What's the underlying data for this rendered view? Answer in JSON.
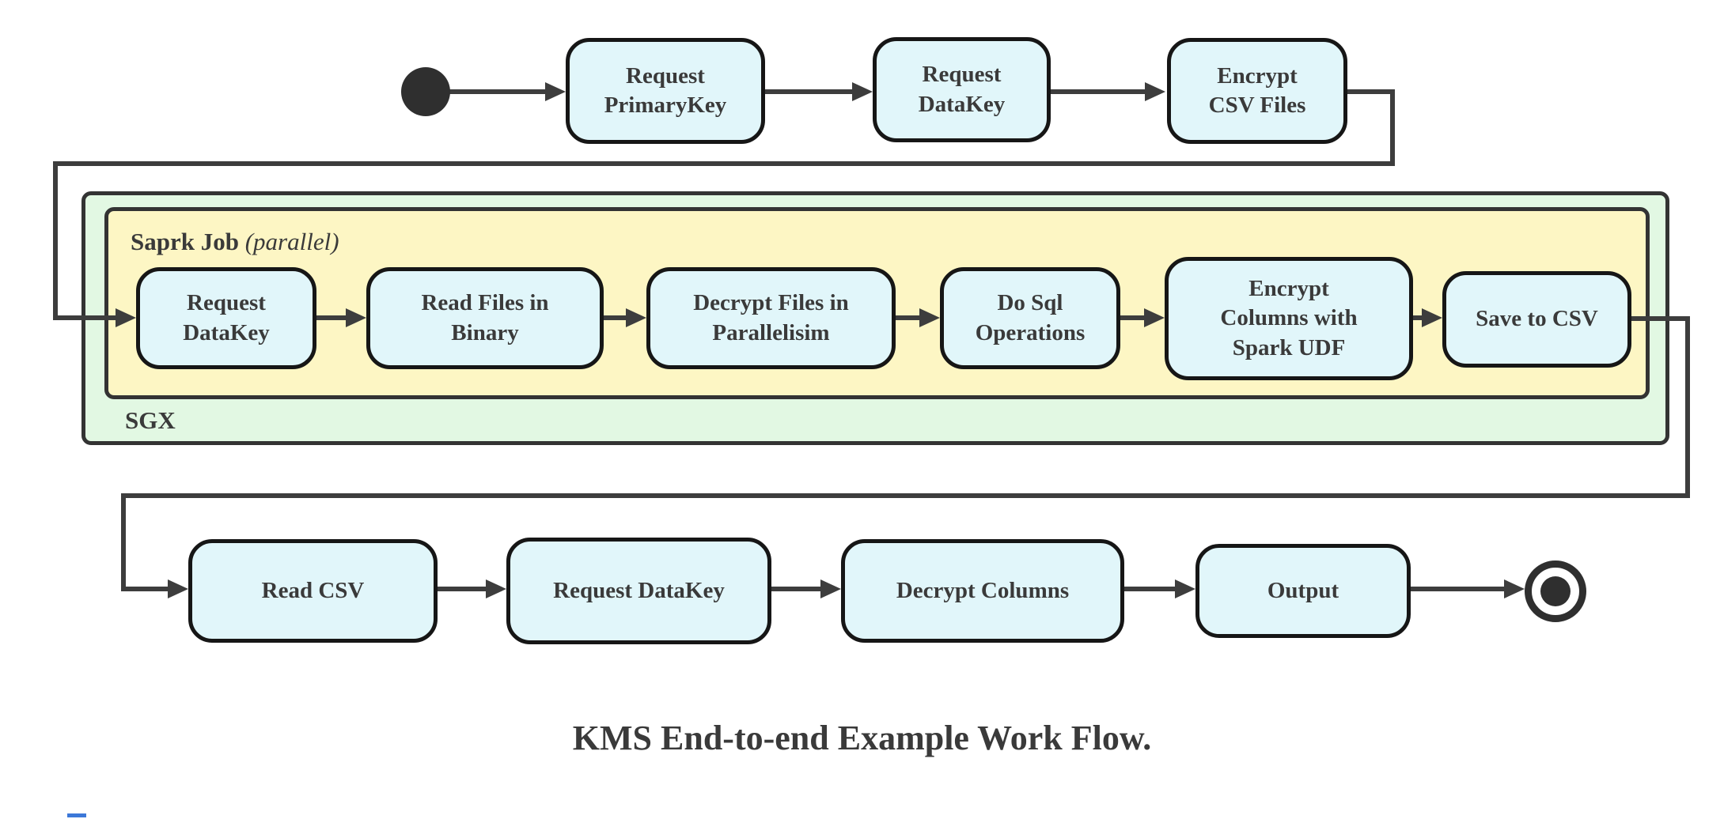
{
  "diagram": {
    "title": "KMS End-to-end Example Work Flow.",
    "nodes": {
      "top": [
        "Request\nPrimaryKey",
        "Request\nDataKey",
        "Encrypt\nCSV Files"
      ],
      "sgx_label": "SGX",
      "spark_label": "Saprk Job",
      "spark_modifier": "(parallel)",
      "spark": [
        "Request\nDataKey",
        "Read Files in\nBinary",
        "Decrypt Files in\nParallelisim",
        "Do Sql\nOperations",
        "Encrypt\nColumns with\nSpark UDF",
        "Save to CSV"
      ],
      "bottom": [
        "Read CSV",
        "Request DataKey",
        "Decrypt Columns",
        "Output"
      ]
    },
    "flow": [
      "start -> Request PrimaryKey -> Request DataKey -> Encrypt CSV Files",
      "Encrypt CSV Files -> SGX.Saprk Job: Request DataKey -> Read Files in Binary -> Decrypt Files in Parallelisim -> Do Sql Operations -> Encrypt Columns with Spark UDF -> Save to CSV",
      "Save to CSV -> Read CSV -> Request DataKey -> Decrypt Columns -> Output -> end"
    ]
  },
  "colors": {
    "state_fill": "#e1f6fa",
    "state_border": "#161616",
    "sgx_fill": "#e2f8e3",
    "spark_fill": "#fdf6c4",
    "container_border": "#333333",
    "edge": "#3d3d3d",
    "text": "#3a3a3a",
    "start_end": "#2f2f2f"
  }
}
